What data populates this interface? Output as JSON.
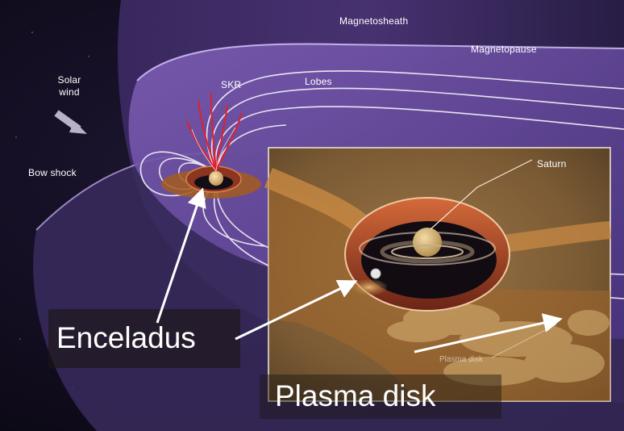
{
  "diagram": {
    "labels": {
      "magnetosheath": "Magnetosheath",
      "magnetopause": "Magnetopause",
      "solar_wind": "Solar\nwind",
      "skr": "SKR",
      "lobes": "Lobes",
      "bow_shock": "Bow shock",
      "saturn": "Saturn",
      "plasma_disk_small": "Plasma disk"
    },
    "callouts": {
      "enceladus": "Enceladus",
      "plasma_disk": "Plasma disk"
    },
    "colors": {
      "space": "#0b0816",
      "magnetosphere": "#5a3c8c",
      "field_lines": "#ffffff",
      "plasma": "#b0641e",
      "inset_background": "#7a5a34",
      "skr_emission": "#e0202a",
      "arrow": "#ffffff"
    }
  }
}
